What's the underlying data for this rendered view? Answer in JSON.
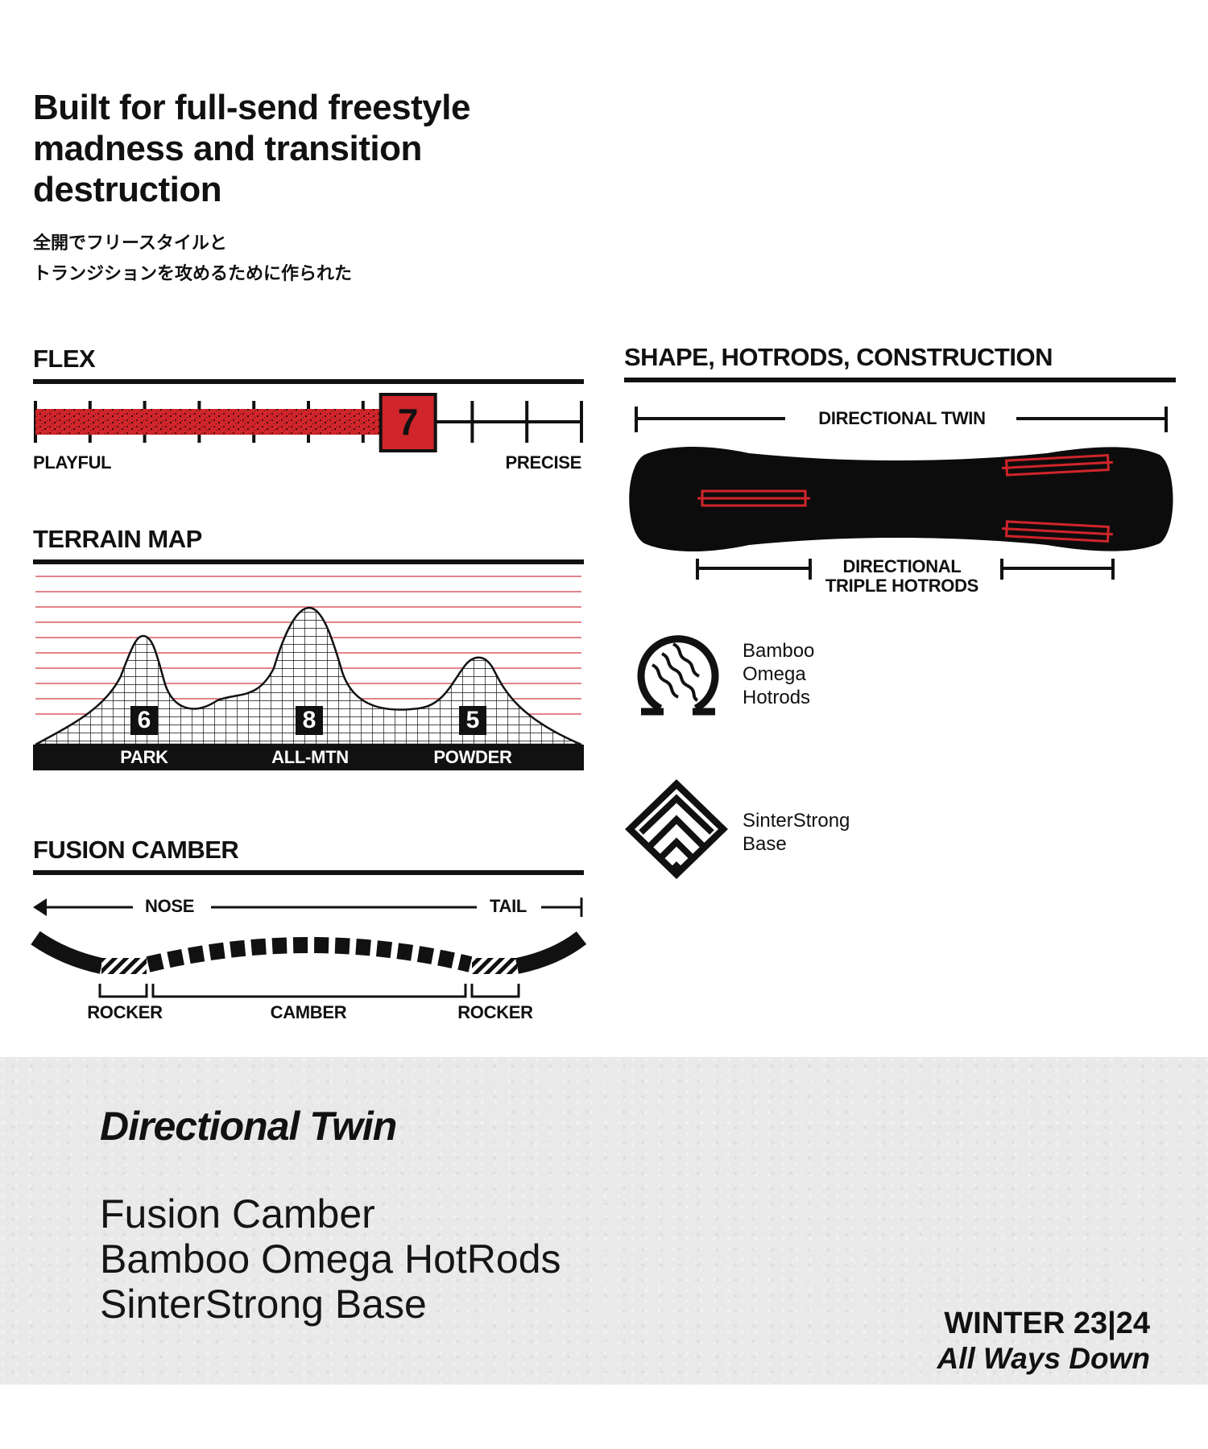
{
  "headline": "Built for full-send freestyle\nmadness and transition\ndestruction",
  "headline_jp": "全開でフリースタイルと\nトランジションを攻めるために作られた",
  "flex": {
    "title": "FLEX",
    "value": "7",
    "level": 7,
    "scale_max": 10,
    "left_label": "PLAYFUL",
    "right_label": "PRECISE",
    "accent_color": "#d0252b"
  },
  "terrain": {
    "title": "TERRAIN MAP",
    "areas": [
      {
        "label": "PARK",
        "score": "6"
      },
      {
        "label": "ALL-MTN",
        "score": "8"
      },
      {
        "label": "POWDER",
        "score": "5"
      }
    ]
  },
  "camber": {
    "title": "FUSION CAMBER",
    "nose_label": "NOSE",
    "tail_label": "TAIL",
    "segments": [
      "ROCKER",
      "CAMBER",
      "ROCKER"
    ]
  },
  "shape": {
    "title": "SHAPE, HOTRODS, CONSTRUCTION",
    "shape_label": "DIRECTIONAL TWIN",
    "hotrods_label_1": "DIRECTIONAL",
    "hotrods_label_2": "TRIPLE HOTRODS",
    "features": [
      {
        "icon": "omega-icon",
        "label": "Bamboo\nOmega\nHotrods"
      },
      {
        "icon": "diamond-chevron-icon",
        "label": "SinterStrong\nBase"
      }
    ]
  },
  "footer": {
    "shape_name": "Directional Twin",
    "features": "Fusion Camber\nBamboo Omega HotRods\nSinterStrong Base",
    "season": "WINTER 23|24",
    "tagline": "All Ways Down"
  }
}
